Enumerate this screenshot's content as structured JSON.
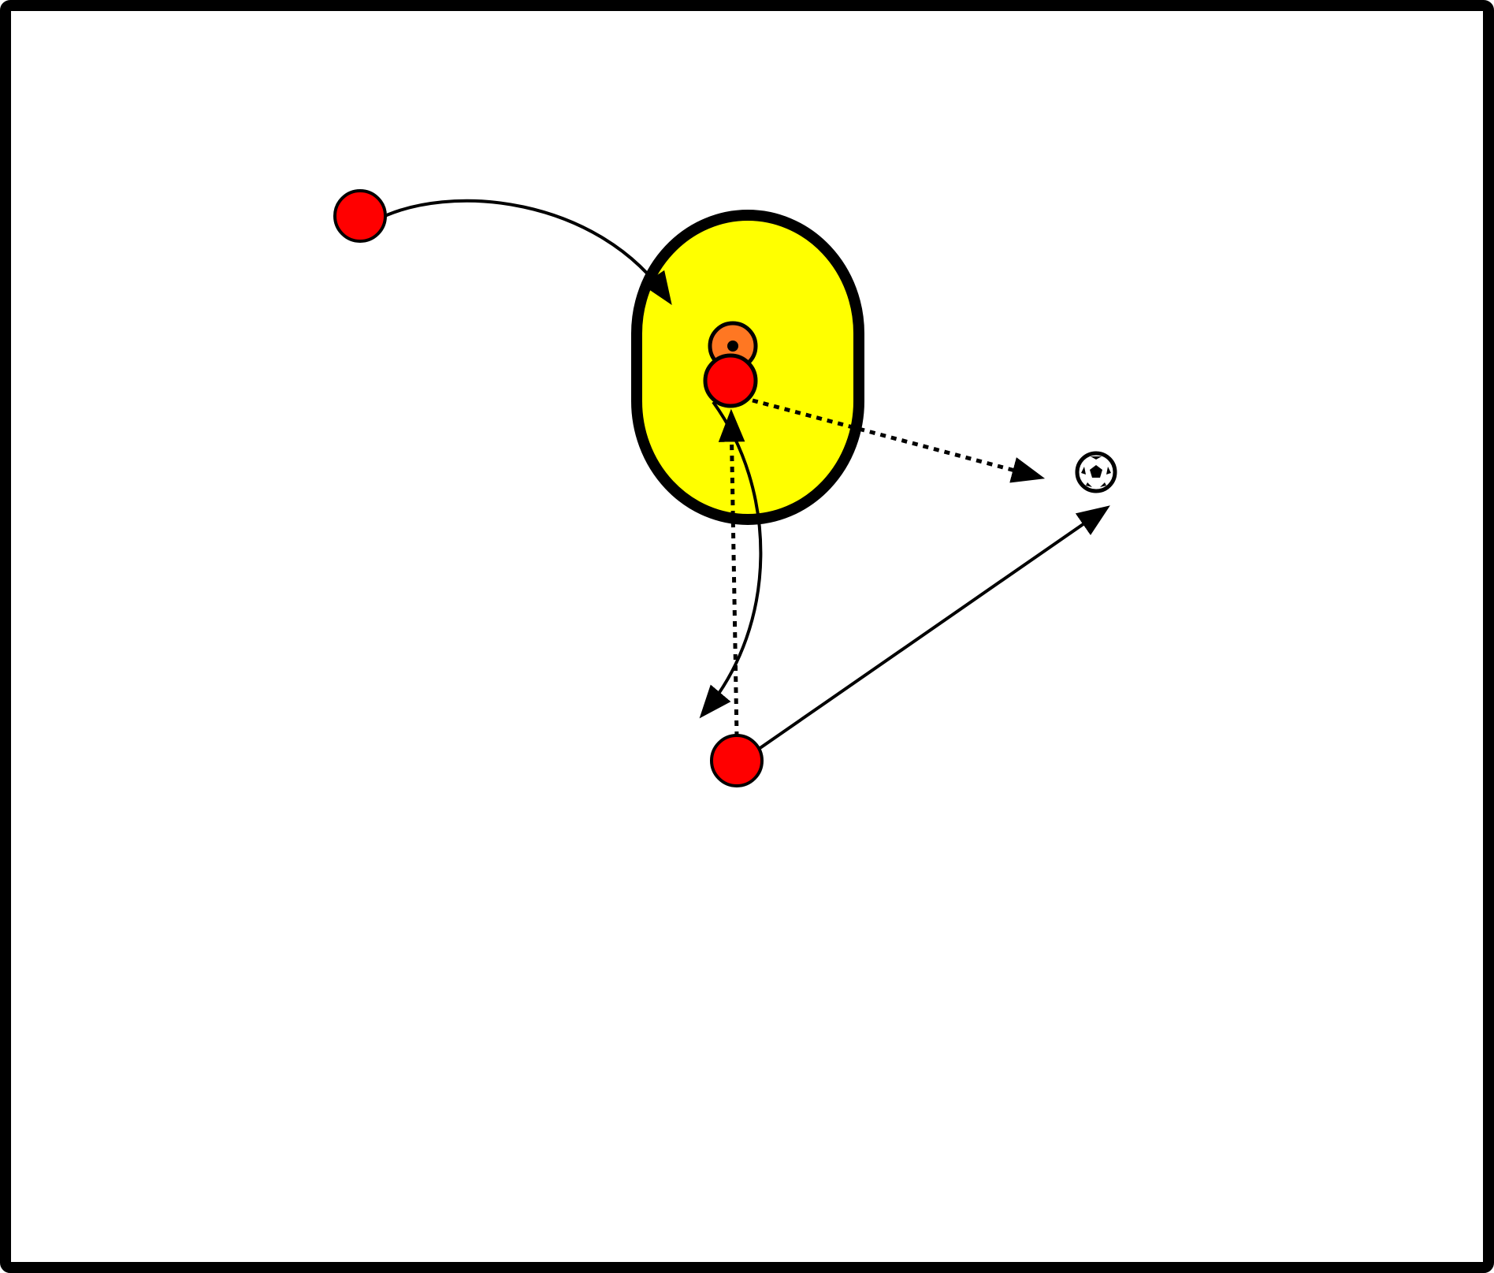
{
  "diagram": {
    "type": "soccer-drill",
    "colors": {
      "field_border": "#000000",
      "field_background": "#ffffff",
      "zone_fill": "#ffff00",
      "player": "#ff0000",
      "cone": "#ff7722",
      "line": "#000000"
    },
    "players": [
      {
        "role": "player",
        "label_icon": "player-icon"
      },
      {
        "role": "player",
        "label_icon": "player-icon"
      },
      {
        "role": "player",
        "label_icon": "player-icon"
      }
    ],
    "objects": [
      "cone-icon",
      "ball-icon",
      "zone"
    ],
    "movements": [
      {
        "kind": "run",
        "style": "solid-curve"
      },
      {
        "kind": "pass",
        "style": "dotted"
      },
      {
        "kind": "pass",
        "style": "dotted"
      },
      {
        "kind": "run",
        "style": "solid-curve"
      },
      {
        "kind": "run",
        "style": "solid"
      }
    ]
  }
}
